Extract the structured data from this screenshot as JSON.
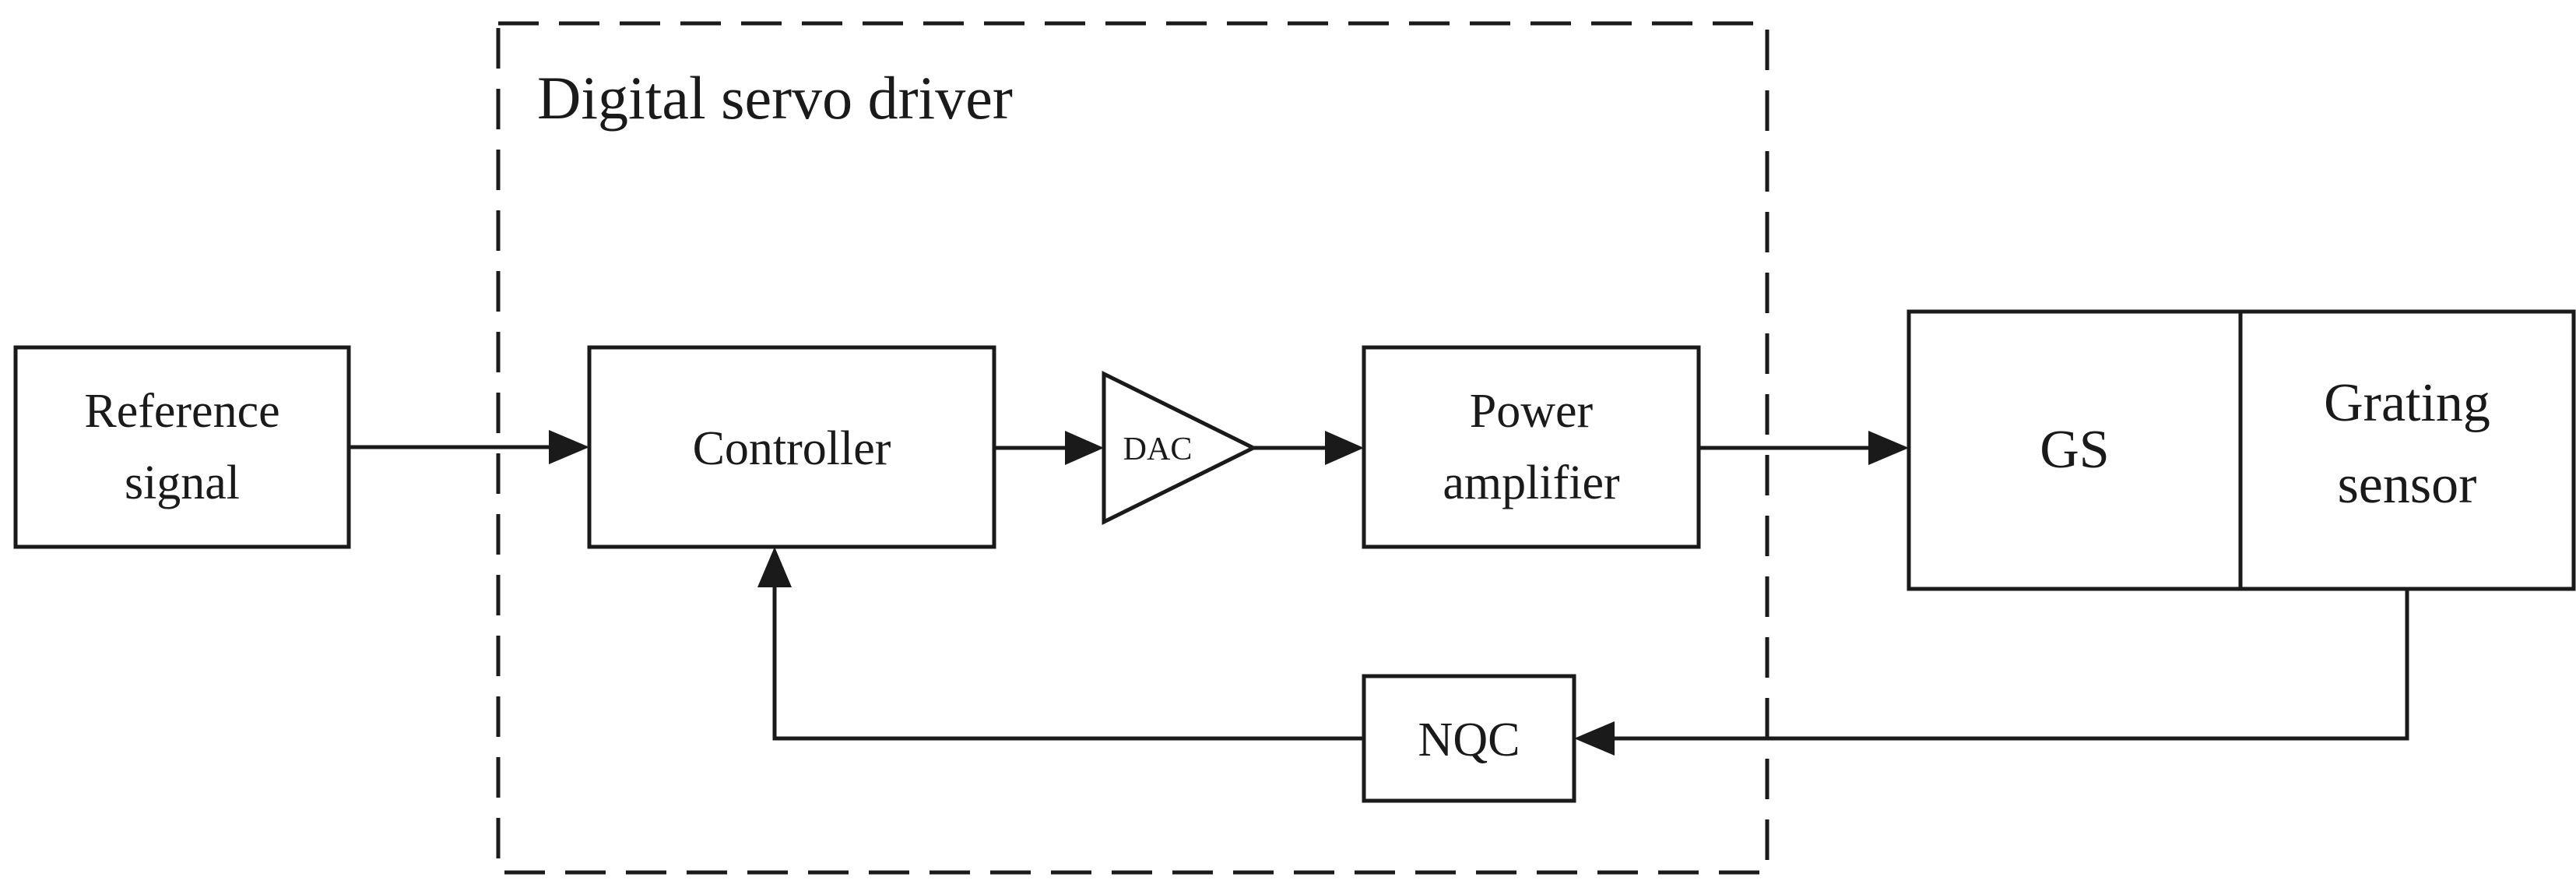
{
  "diagram": {
    "boundary_label": "Digital servo driver",
    "blocks": {
      "reference": {
        "line1": "Reference",
        "line2": "signal"
      },
      "controller": {
        "label": "Controller"
      },
      "dac": {
        "label": "DAC"
      },
      "amplifier": {
        "line1": "Power",
        "line2": "amplifier"
      },
      "gs": {
        "label": "GS"
      },
      "grating": {
        "line1": "Grating",
        "line2": "sensor"
      },
      "nqc": {
        "label": "NQC"
      }
    }
  }
}
